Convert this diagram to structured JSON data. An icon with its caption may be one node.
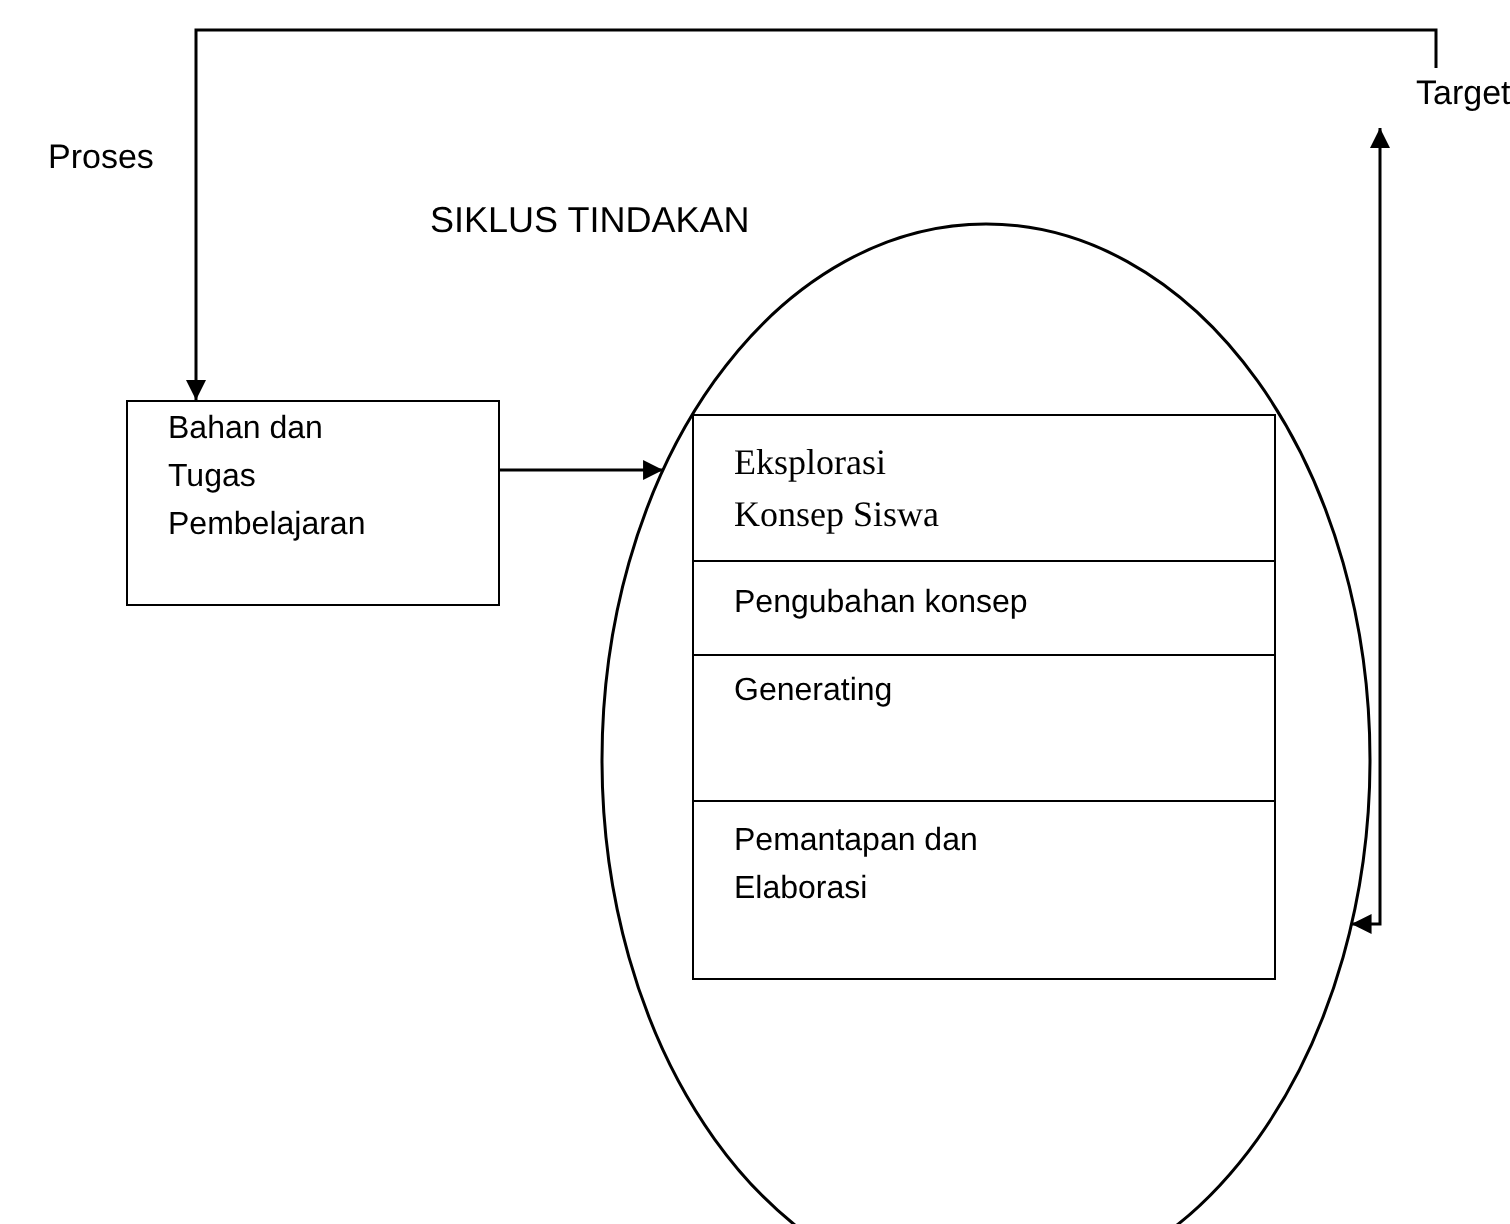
{
  "diagram": {
    "nodes": [
      {
        "text": [
          "Target"
        ]
      },
      {
        "text": [
          "Bahan dan Tugas Pembelajaran"
        ]
      },
      {
        "text": [
          "SIKLUS TINDAKAN"
        ]
      },
      {
        "text": [
          "Eksplorasi Konsep Siswa"
        ],
        "in": 2
      },
      {
        "text": [
          "Pengubahan konsep"
        ],
        "in": 2
      },
      {
        "text": [
          "Generating"
        ],
        "in": 2
      },
      {
        "text": [
          "Pemantapan dan Elaborasi"
        ],
        "in": 2
      }
    ],
    "edges": [
      {
        "from": 0,
        "to": 1,
        "arrow": "to",
        "label": "Proses"
      },
      {
        "from": 2,
        "to": 0,
        "arrow": "both"
      },
      {
        "from": 1,
        "to": 2,
        "arrow": "to"
      }
    ]
  }
}
